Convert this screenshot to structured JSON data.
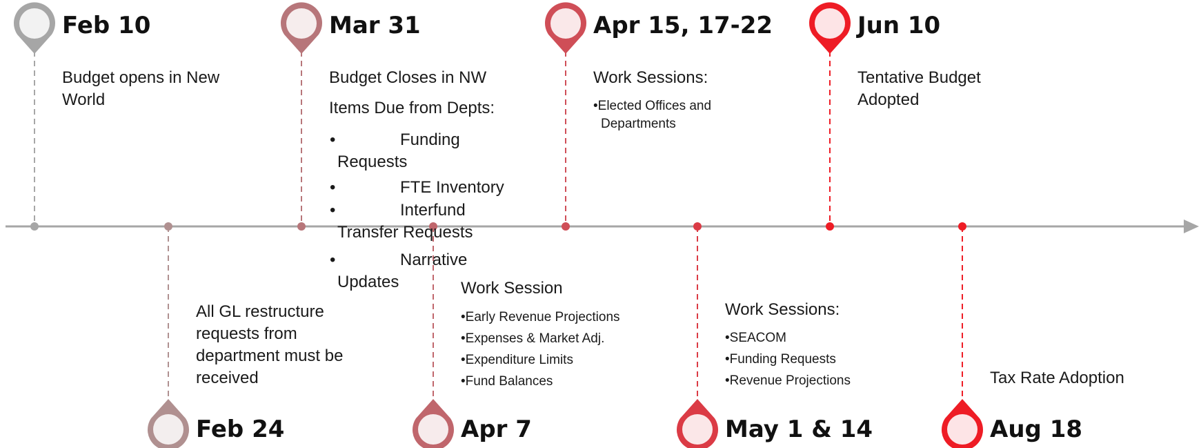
{
  "timeline": {
    "colors": {
      "axis": "#a6a6a6",
      "gray": "#a6a6a6",
      "mauve": "#b58b8b",
      "rose": "#c0666c",
      "red1": "#c8505a",
      "red2": "#d93a44",
      "red3": "#e8232c",
      "red4": "#ee1c25"
    },
    "top": [
      {
        "id": "feb10",
        "date": "Feb 10",
        "color": "#a6a6a6",
        "lines": [
          "Budget opens in New",
          "World"
        ]
      },
      {
        "id": "mar31",
        "date": "Mar 31",
        "color": "#b7767a",
        "lines": [
          "Budget Closes in NW",
          "Items Due from Depts:"
        ],
        "bullets": [
          {
            "dot": "•",
            "a": "Funding",
            "b": "Requests"
          },
          {
            "dot": "•",
            "a": "FTE Inventory",
            "b": ""
          },
          {
            "dot": "•",
            "a": "Interfund",
            "b": "Transfer Requests"
          },
          {
            "dot": "•",
            "a": "Narrative",
            "b": "Updates"
          }
        ]
      },
      {
        "id": "apr15",
        "date": "Apr 15, 17-22",
        "color": "#cf4e57",
        "lines": [
          "Work Sessions:"
        ],
        "small": [
          "•Elected Offices and",
          "Departments"
        ]
      },
      {
        "id": "jun10",
        "date": "Jun 10",
        "color": "#ee1c25",
        "lines": [
          "Tentative Budget",
          "Adopted"
        ]
      }
    ],
    "bottom": [
      {
        "id": "feb24",
        "date": "Feb 24",
        "color": "#b09090",
        "lines": [
          "All GL restructure",
          "requests from",
          "department must be",
          "received"
        ]
      },
      {
        "id": "apr7",
        "date": "Apr 7",
        "color": "#c0666c",
        "lines": [
          "Work Session"
        ],
        "small": [
          "•Early Revenue Projections",
          "•Expenses & Market Adj.",
          "•Expenditure Limits",
          "•Fund Balances"
        ]
      },
      {
        "id": "may1",
        "date": "May 1 & 14",
        "color": "#db3b45",
        "lines": [
          "Work Sessions:"
        ],
        "small": [
          "•SEACOM",
          "•Funding Requests",
          "•Revenue Projections"
        ]
      },
      {
        "id": "aug18",
        "date": "Aug 18",
        "color": "#ee1c25",
        "lines": [
          "Tax Rate Adoption"
        ]
      }
    ]
  }
}
